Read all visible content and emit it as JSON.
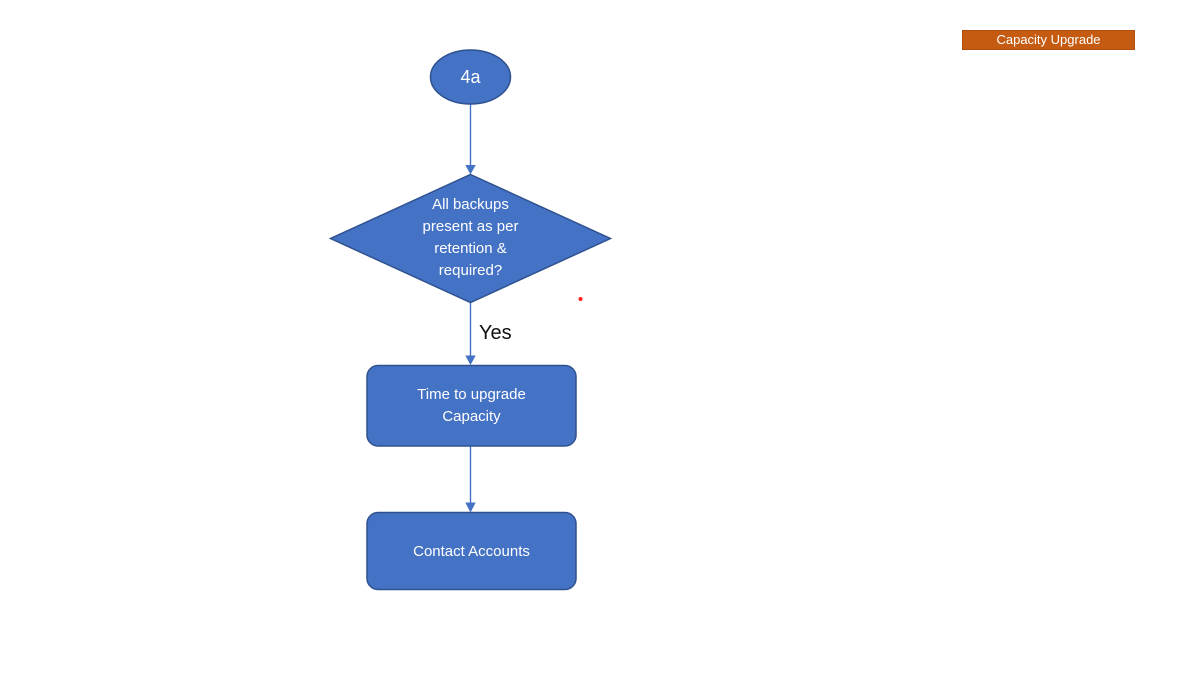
{
  "page": {
    "background": "#FFFFFF"
  },
  "legend_banner": {
    "label": "Capacity Upgrade",
    "bg_color": "#C55A11",
    "text_color": "#FFFFFF"
  },
  "flowchart": {
    "colors": {
      "node_fill": "#4472C4",
      "node_border": "#2F528F",
      "node_text": "#FFFFFF",
      "connector": "#4472C4",
      "edge_label_text": "#111111",
      "stray_dot": "#FF1F1F"
    },
    "nodes": [
      {
        "id": "start",
        "type": "ellipse",
        "label": "4a"
      },
      {
        "id": "decision",
        "type": "diamond",
        "label": "All backups\npresent as per\nretention &\nrequired?"
      },
      {
        "id": "upgrade",
        "type": "rounded-rectangle",
        "label": "Time to upgrade\nCapacity"
      },
      {
        "id": "contact",
        "type": "rounded-rectangle",
        "label": "Contact Accounts"
      }
    ],
    "edges": [
      {
        "from": "start",
        "to": "decision",
        "label": ""
      },
      {
        "from": "decision",
        "to": "upgrade",
        "label": "Yes"
      },
      {
        "from": "upgrade",
        "to": "contact",
        "label": ""
      }
    ]
  }
}
